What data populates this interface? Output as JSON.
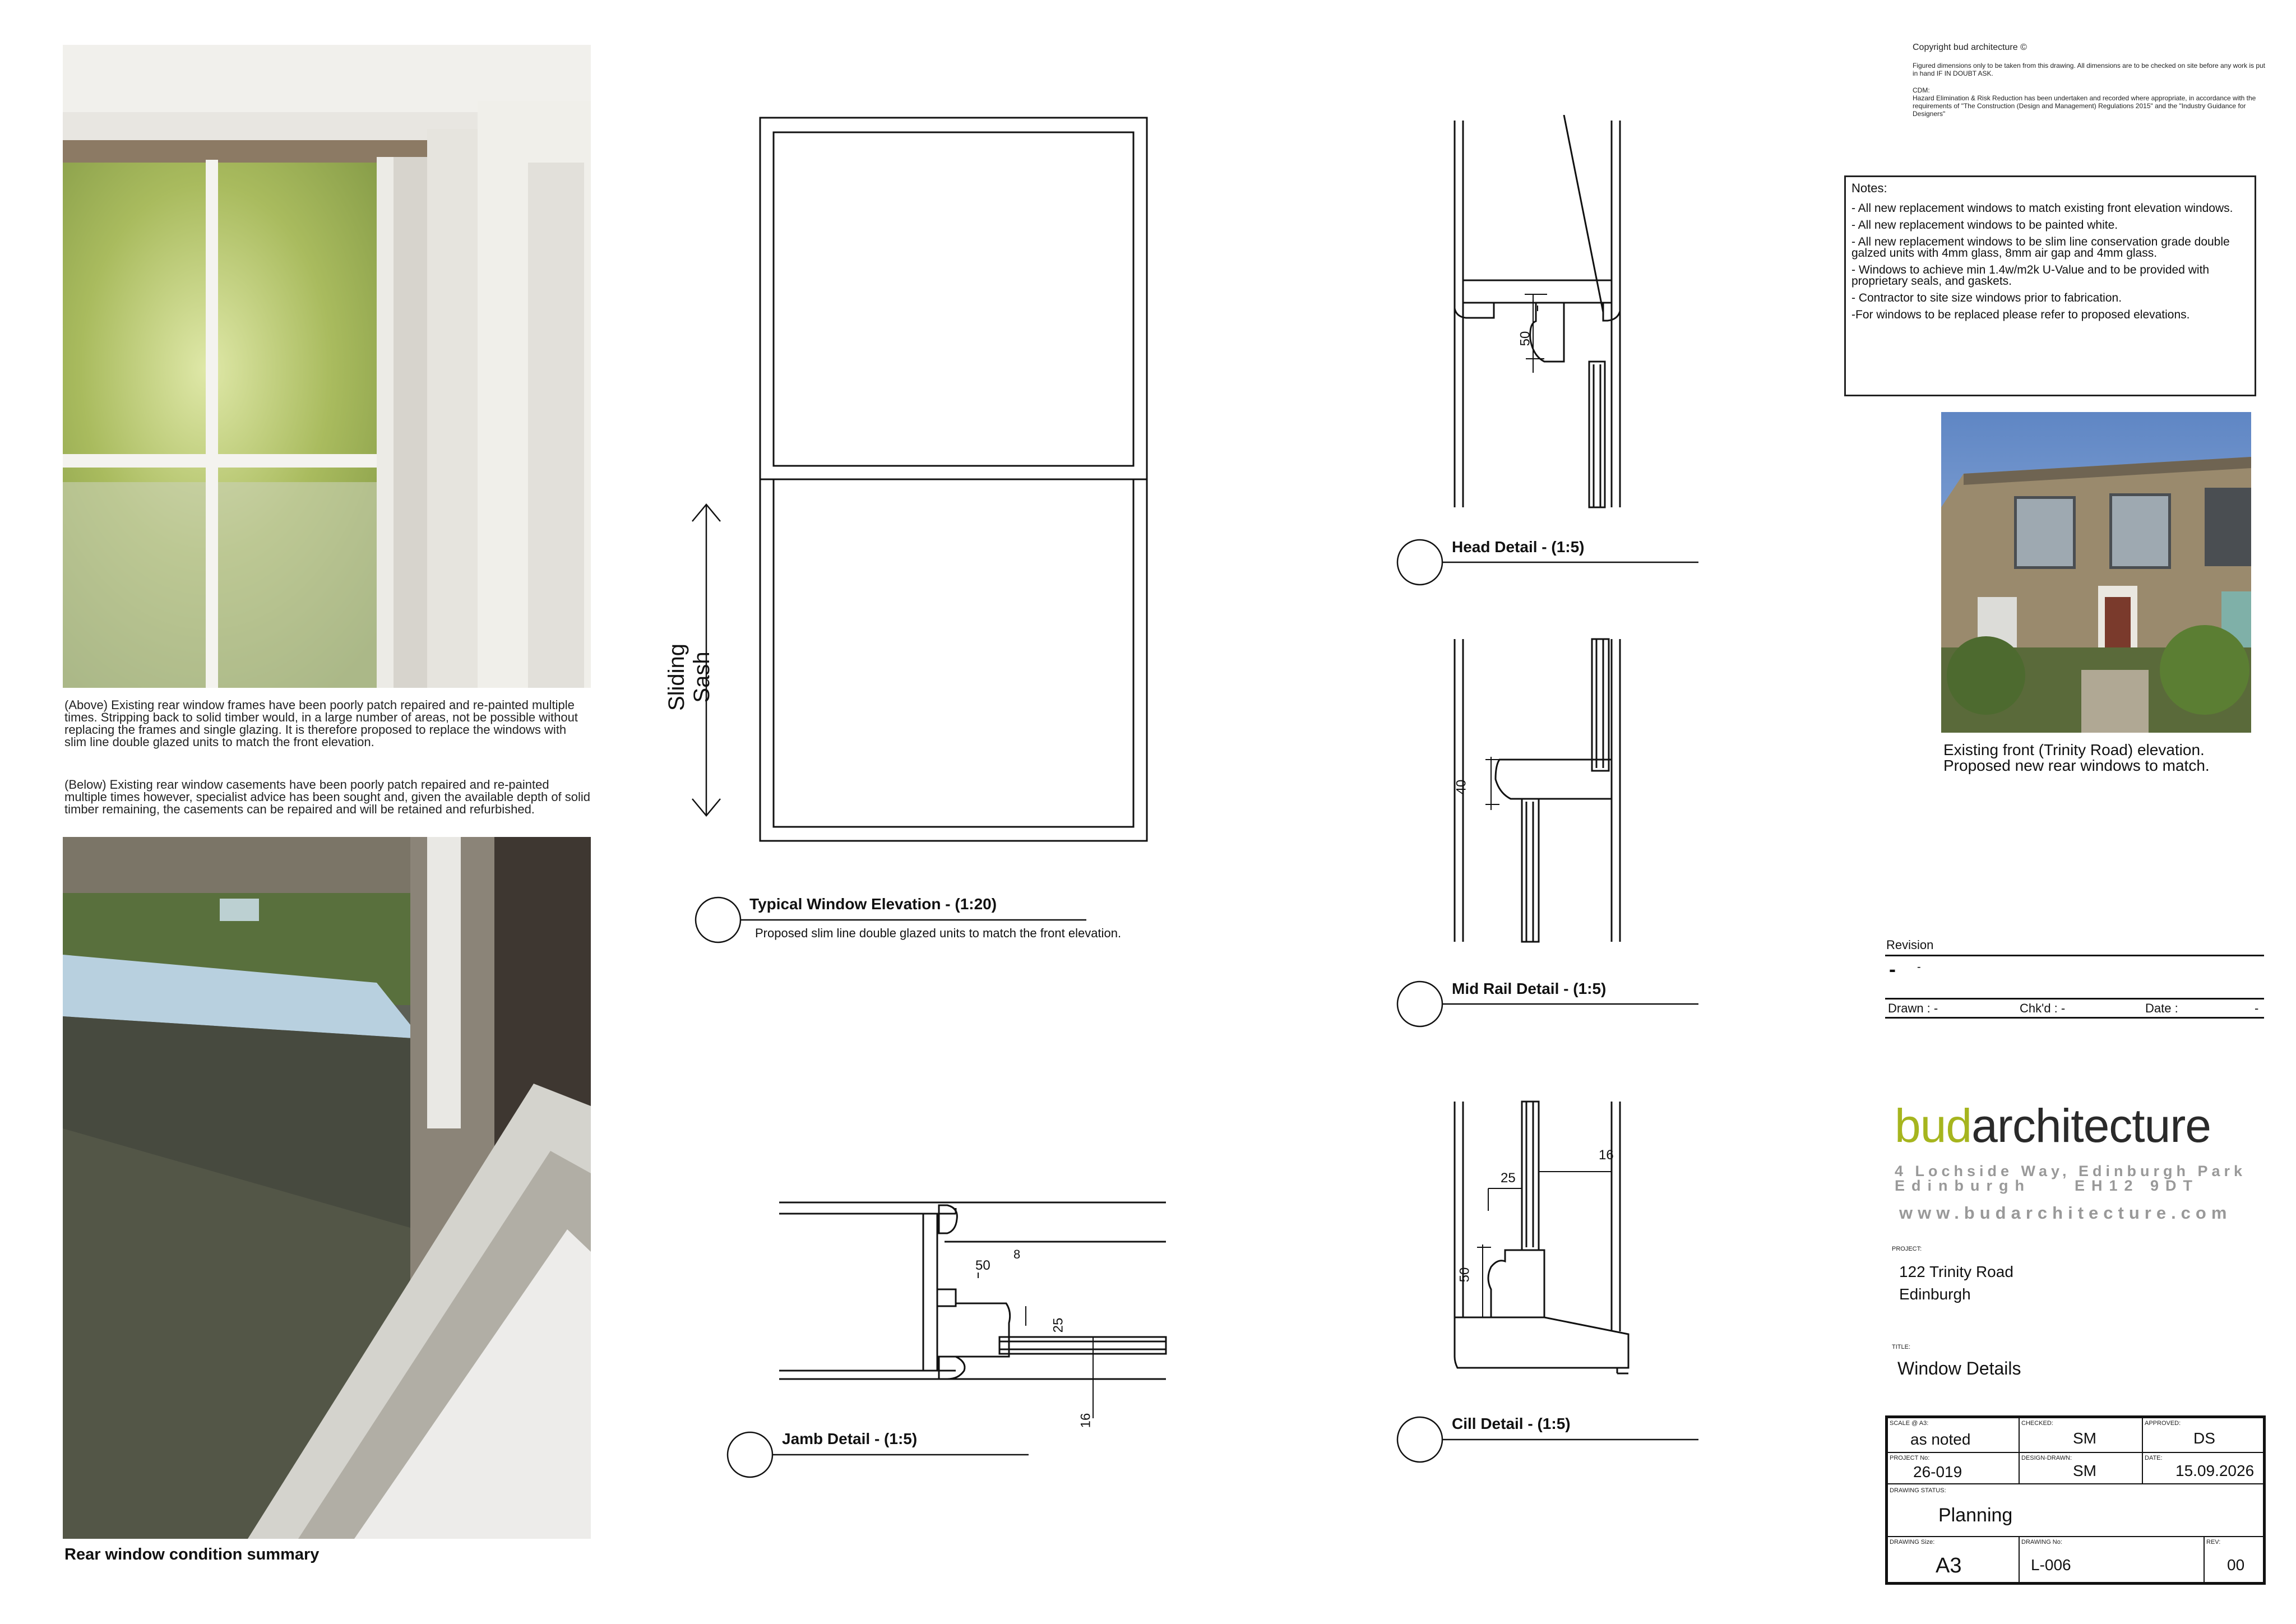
{
  "copyright": {
    "title": "Copyright bud architecture ©",
    "line1": "Figured dimensions only to be taken from this drawing. All dimensions are to be checked on site before any work is put in hand IF IN DOUBT ASK.",
    "cdm_title": "CDM:",
    "cdm_text": "Hazard Elimination & Risk Reduction has been undertaken and recorded where appropriate, in accordance with the requirements of \"The Construction (Design and Management) Regulations 2015\" and the \"Industry Guidance for Designers\""
  },
  "notes": {
    "title": "Notes:",
    "items": [
      "- All new replacement windows to match existing front elevation windows.",
      "- All new replacement windows to be painted white.",
      "- All new replacement windows to be slim line conservation grade double galzed units with 4mm glass, 8mm air gap and 4mm glass.",
      "- Windows to achieve min 1.4w/m2k U-Value and to be provided with proprietary seals, and gaskets.",
      "- Contractor to site size windows prior to fabrication.",
      "-For windows to be replaced please refer to proposed elevations."
    ]
  },
  "photos": {
    "above_caption": "(Above) Existing rear window frames have been poorly patch repaired and re-painted multiple times. Stripping back to solid timber would, in a large number of areas, not be possible without replacing the frames and single glazing. It is therefore proposed to replace the windows with slim line double glazed units to match the front elevation.",
    "below_caption": "(Below) Existing rear window casements have been poorly patch repaired and re-painted multiple times however, specialist advice has been sought and, given the available depth of solid timber remaining, the casements can be repaired and will be retained and refurbished.",
    "summary_title": "Rear window condition summary",
    "front_caption_1": "Existing front (Trinity Road) elevation.",
    "front_caption_2": "Proposed new rear windows to match."
  },
  "elevation": {
    "title": "Typical Window Elevation - (1:20)",
    "subtitle": "Proposed slim line double glazed units to match the front elevation.",
    "arrow_label": "Sliding Sash"
  },
  "details": {
    "head": {
      "title": "Head Detail - (1:5)",
      "dims": [
        "50"
      ]
    },
    "mid": {
      "title": "Mid Rail Detail - (1:5)",
      "dims": [
        "40"
      ]
    },
    "cill": {
      "title": "Cill Detail - (1:5)",
      "dims": [
        "16",
        "25",
        "50"
      ]
    },
    "jamb": {
      "title": "Jamb Detail - (1:5)",
      "dims": [
        "50",
        "8",
        "25",
        "16"
      ]
    }
  },
  "revision": {
    "label": "Revision",
    "dash": "-",
    "dash_small": "-",
    "drawn": "Drawn :  -",
    "chkd": "Chk'd :  -",
    "date": "Date :",
    "date_val": "-"
  },
  "brand": {
    "name_a": "bud",
    "name_b": "architecture",
    "accent": "#a6b51e",
    "address1": "4 Lochside Way, Edinburgh Park",
    "address2": "Edinburgh    EH12 9DT",
    "web": "www.budarchitecture.com"
  },
  "project": {
    "label": "PROJECT:",
    "line1": "122 Trinity Road",
    "line2": "Edinburgh",
    "title_label": "TITLE:",
    "title": "Window Details"
  },
  "titleblock": {
    "scale_label": "SCALE @ A3:",
    "scale": "as noted",
    "checked_label": "CHECKED:",
    "checked": "SM",
    "approved_label": "APPROVED:",
    "approved": "DS",
    "projno_label": "PROJECT No:",
    "projno": "26-019",
    "design_label": "DESIGN-DRAWN:",
    "design": "SM",
    "date_label": "DATE:",
    "date": "15.09.2026",
    "status_label": "DRAWING STATUS:",
    "status": "Planning",
    "size_label": "DRAWING Size:",
    "size": "A3",
    "drawno_label": "DRAWING No:",
    "drawno": "L-006",
    "rev_label": "REV:",
    "rev": "00"
  }
}
